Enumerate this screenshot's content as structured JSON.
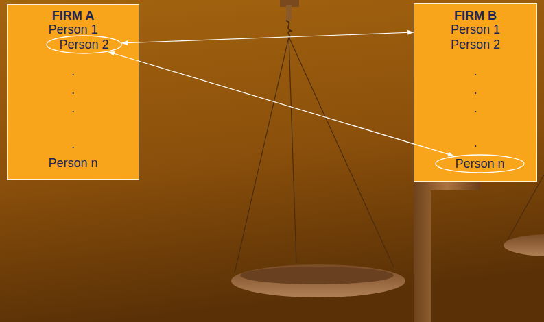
{
  "diagram": {
    "nodes": [
      {
        "text": [
          "FIRM A",
          "Person 1",
          ".",
          ".",
          ".",
          ".",
          "Person n"
        ]
      },
      {
        "text": [
          "Person 2"
        ],
        "in": 0
      },
      {
        "text": [
          "FIRM B",
          "Person 1",
          "Person 2",
          ".",
          ".",
          ".",
          "."
        ]
      },
      {
        "text": [
          "Person n"
        ],
        "in": 2
      }
    ],
    "edges": [
      {
        "from": 1,
        "to": 2,
        "arrow": "both"
      },
      {
        "from": 1,
        "to": 3,
        "arrow": "both"
      }
    ]
  }
}
